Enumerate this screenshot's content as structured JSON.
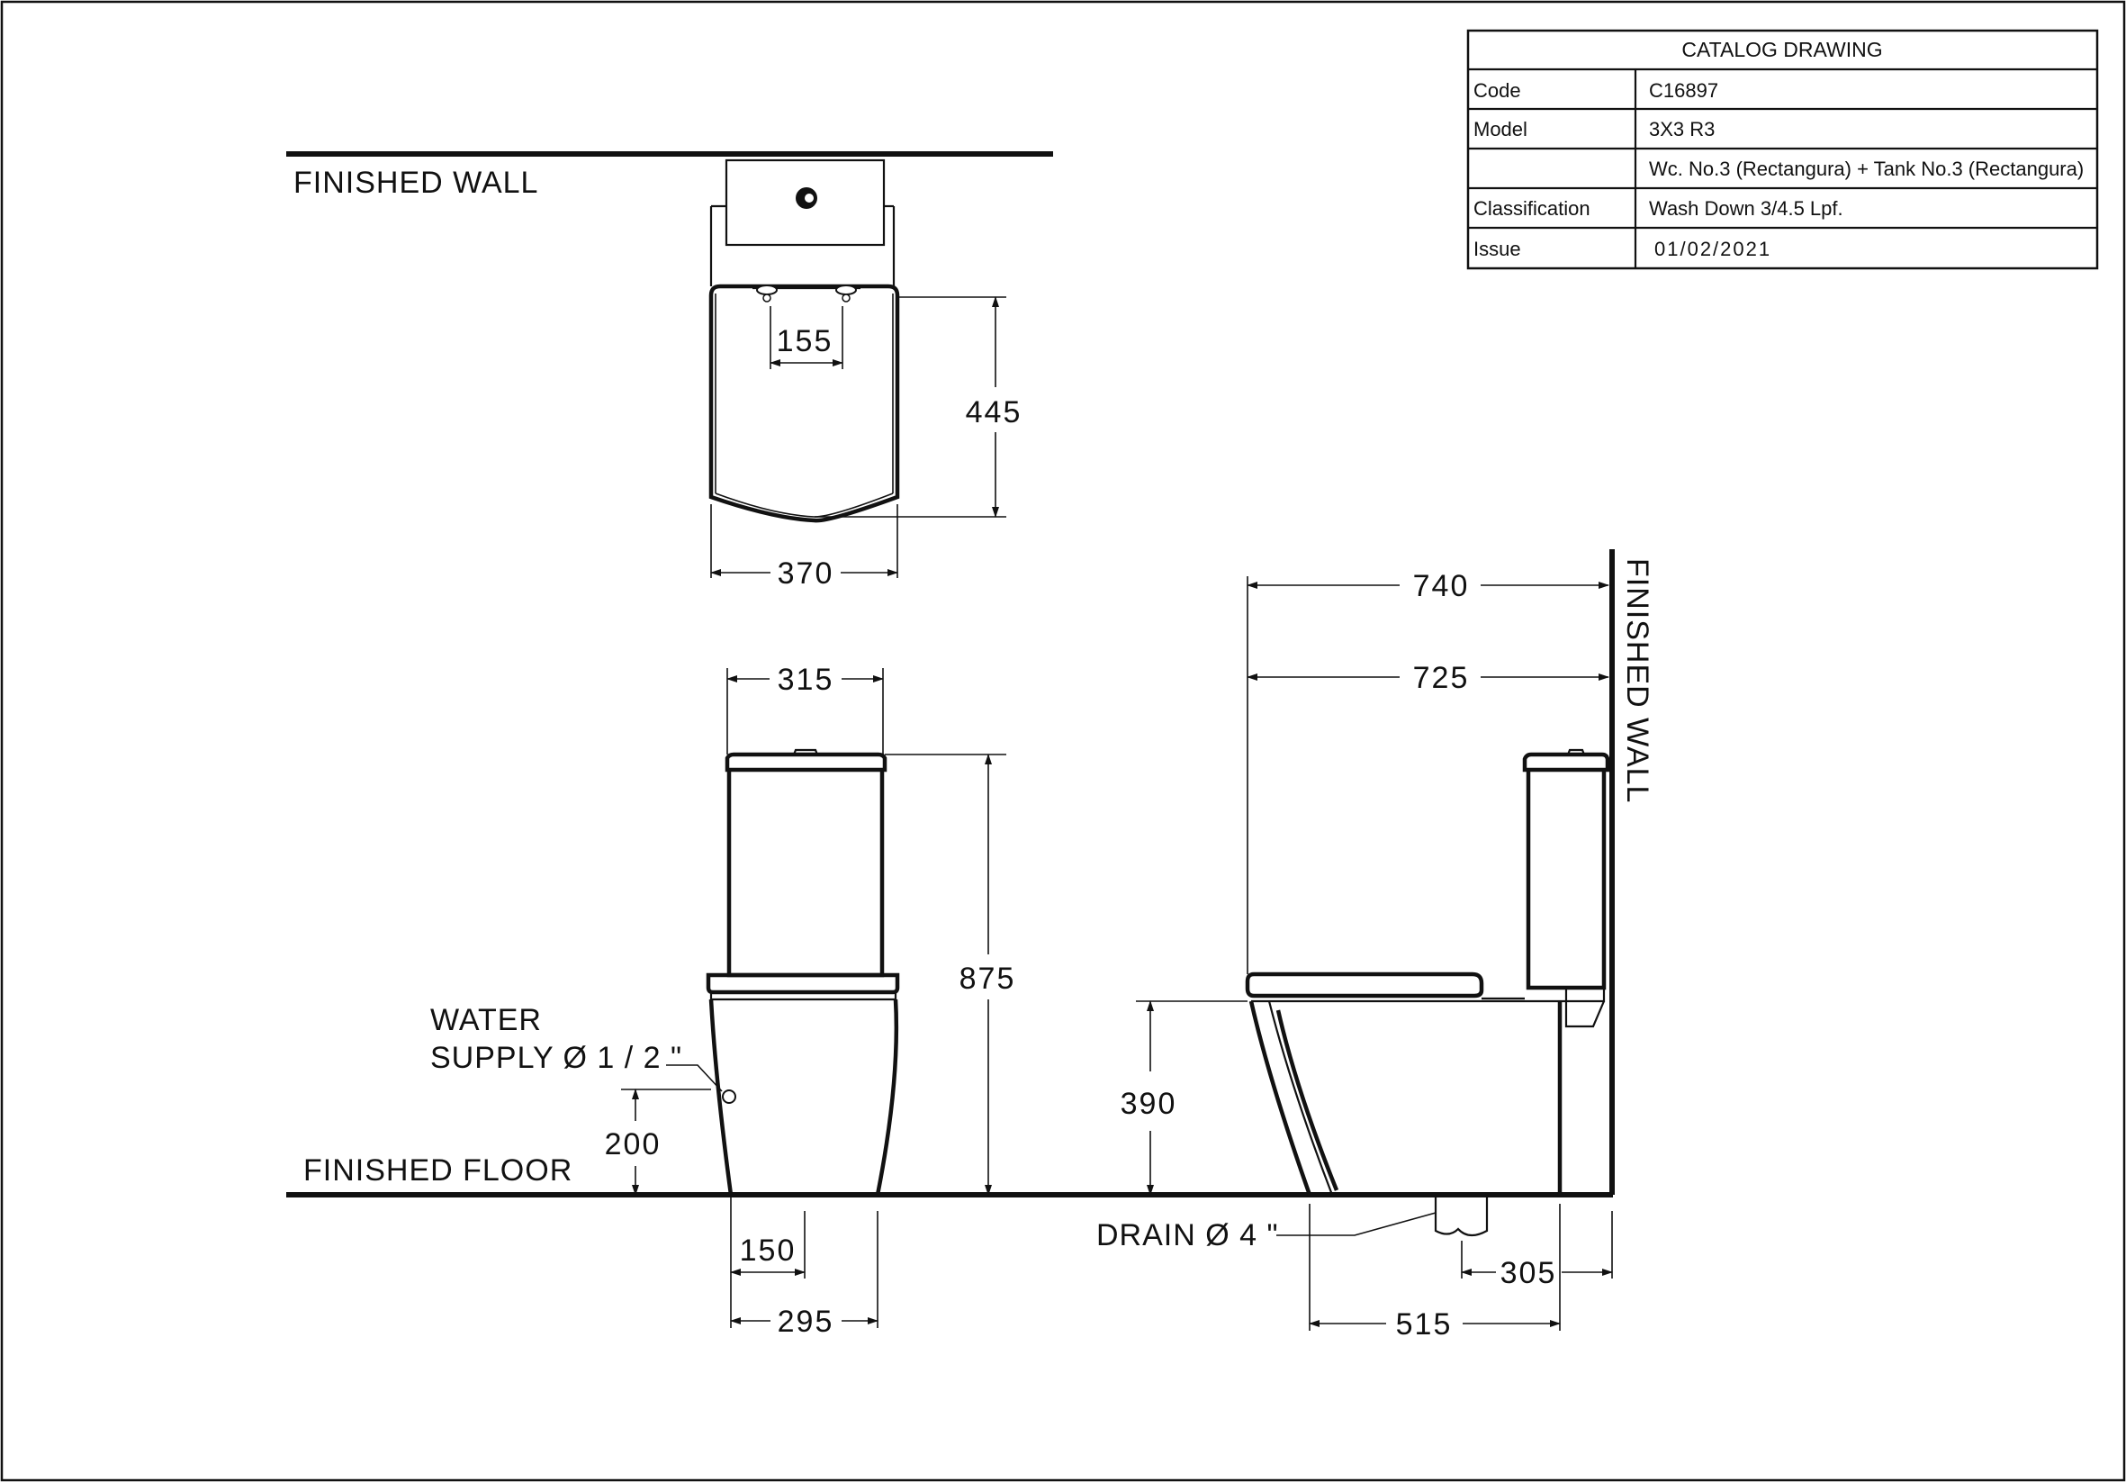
{
  "title_block": {
    "header": "CATALOG DRAWING",
    "rows": [
      {
        "label": "Code",
        "value": "C16897"
      },
      {
        "label": "Model",
        "value": "3X3 R3"
      },
      {
        "label": "",
        "value": "Wc. No.3 (Rectangura) + Tank No.3 (Rectangura)"
      },
      {
        "label": "Classification",
        "value": "Wash Down 3/4.5 Lpf."
      },
      {
        "label": "Issue",
        "value": "01/02/2021"
      }
    ]
  },
  "labels": {
    "finished_wall_top": "FINISHED WALL",
    "finished_wall_side": "FINISHED WALL",
    "finished_floor": "FINISHED FLOOR",
    "water_supply_line1": "WATER",
    "water_supply_line2": "SUPPLY Ø 1 / 2 \"",
    "drain": "DRAIN Ø 4 \""
  },
  "dimensions": {
    "top_view_fixing_spacing": "155",
    "top_view_depth": "445",
    "top_view_width": "370",
    "front_tank_width": "315",
    "front_total_height": "875",
    "front_supply_height": "200",
    "front_supply_offset": "150",
    "front_base_width": "295",
    "side_total_depth": "740",
    "side_bowl_depth": "725",
    "side_seat_height": "390",
    "side_drain_wall_distance": "305",
    "side_base_length": "515"
  }
}
